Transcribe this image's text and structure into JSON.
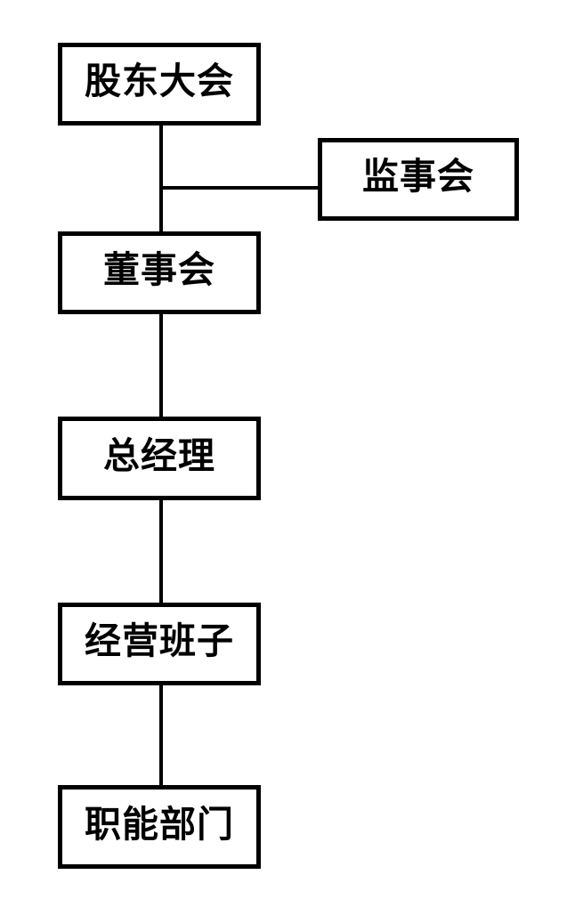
{
  "org_chart": {
    "type": "organization-diagram",
    "colors": {
      "line": "#000000",
      "text": "#000000",
      "background": "#ffffff"
    },
    "nodes": [
      {
        "id": "shareholders-meeting",
        "label": "股东大会"
      },
      {
        "id": "supervisory-board",
        "label": "监事会"
      },
      {
        "id": "board-of-directors",
        "label": "董事会"
      },
      {
        "id": "general-manager",
        "label": "总经理"
      },
      {
        "id": "management-team",
        "label": "经营班子"
      },
      {
        "id": "functional-departments",
        "label": "职能部门"
      }
    ],
    "edges": [
      {
        "from": "shareholders-meeting",
        "to": "board-of-directors"
      },
      {
        "from": "shareholders-meeting",
        "to": "supervisory-board"
      },
      {
        "from": "board-of-directors",
        "to": "general-manager"
      },
      {
        "from": "general-manager",
        "to": "management-team"
      },
      {
        "from": "management-team",
        "to": "functional-departments"
      }
    ]
  }
}
